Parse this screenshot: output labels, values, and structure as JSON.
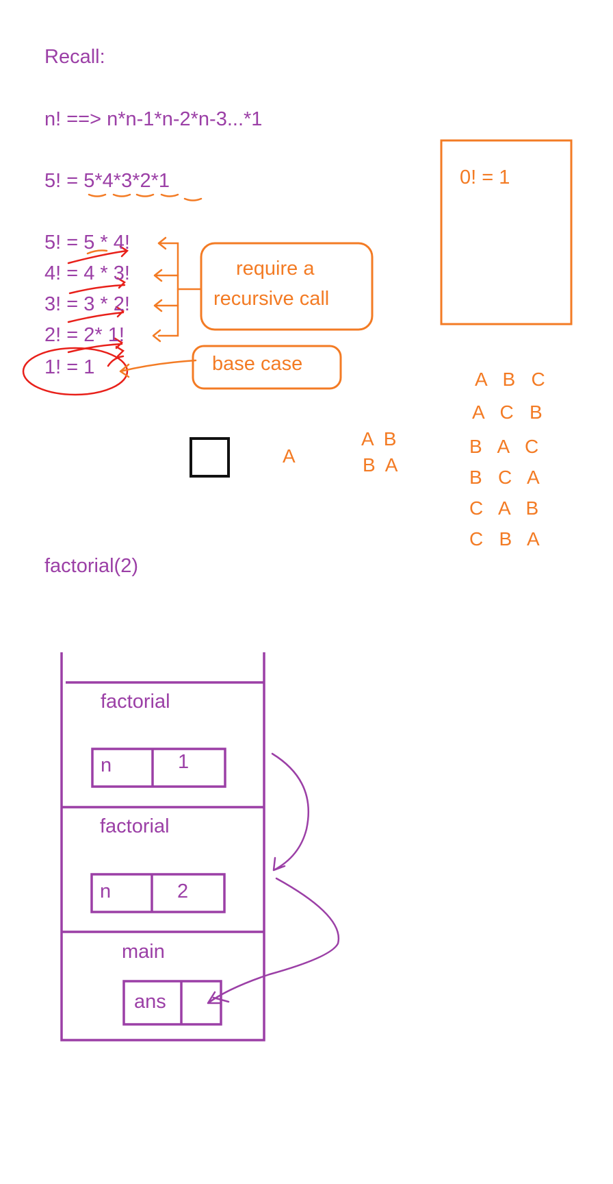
{
  "colors": {
    "purple": "#9b3fa6",
    "orange": "#f37b24",
    "red": "#e8201a",
    "black": "#111111"
  },
  "notes": {
    "recall": "Recall:",
    "factorial_def": "n! ==> n*n-1*n-2*n-3...*1",
    "five_expanded": "5! = 5*4*3*2*1",
    "five": "5! = 5 * 4!",
    "four": "4! = 4 * 3!",
    "three": "3! = 3 * 2!",
    "two": "2! = 2* 1!",
    "one": "1! = 1",
    "recursive_line1": "require a",
    "recursive_line2": "recursive call",
    "base_case": "base case",
    "zero_fact": "0! = 1",
    "call": "factorial(2)"
  },
  "permutations": {
    "single": "A",
    "pairs": [
      "A  B",
      "B  A"
    ],
    "triples": [
      "A   B   C",
      "A   C   B",
      "B   A   C",
      "B   C   A",
      "C   A   B",
      "C   B   A"
    ]
  },
  "stack": {
    "frames": [
      {
        "name": "factorial",
        "var": "n",
        "value": "1"
      },
      {
        "name": "factorial",
        "var": "n",
        "value": "2"
      },
      {
        "name": "main",
        "var": "ans",
        "value": ""
      }
    ]
  }
}
